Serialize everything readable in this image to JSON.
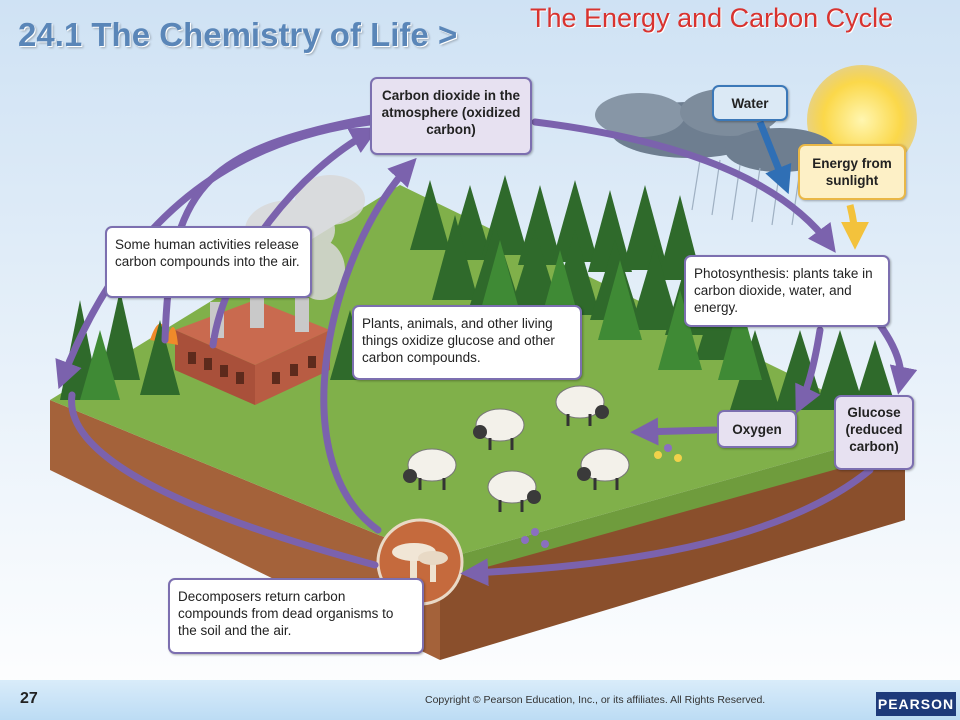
{
  "header": {
    "chapter_title": "24.1 The Chemistry of Life >",
    "slide_title": "The Energy and Carbon Cycle"
  },
  "labels": {
    "co2_atmosphere": "Carbon dioxide in the atmosphere (oxidized carbon)",
    "water": "Water",
    "energy_sunlight": "Energy from sunlight",
    "human_activities": "Some human activities release carbon compounds into the air.",
    "photosynthesis": "Photosynthesis: plants take in carbon dioxide, water, and energy.",
    "oxidize": "Plants, animals, and other living things oxidize glucose and other carbon compounds.",
    "oxygen": "Oxygen",
    "glucose": "Glucose (reduced carbon)",
    "decomposers": "Decomposers return carbon compounds from dead organisms to the soil and the air."
  },
  "footer": {
    "page_number": "27",
    "copyright": "Copyright © Pearson Education, Inc., or its affiliates. All Rights Reserved.",
    "logo_text": "PEARSON"
  },
  "colors": {
    "arrow": "#7b62ad",
    "title_red": "#d8332f",
    "chapter_blue": "#5a86b8",
    "grass": "#7fae4a",
    "soil": "#9a5a33"
  }
}
